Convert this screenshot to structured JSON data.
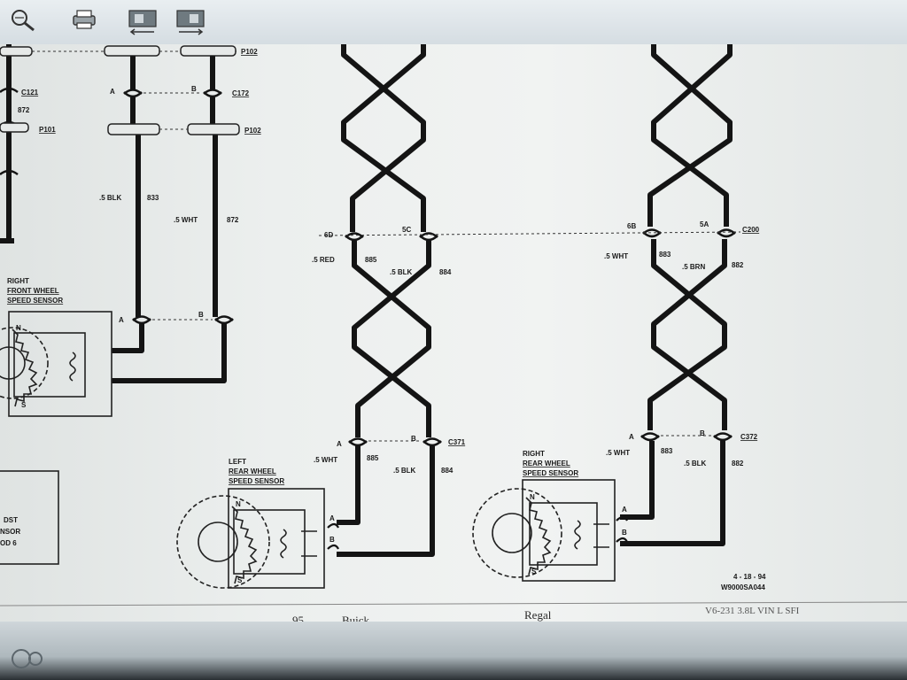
{
  "toolbar": {
    "buttons": [
      {
        "icon": "zoom-icon"
      },
      {
        "icon": "print-icon"
      },
      {
        "icon": "previous-page-icon"
      },
      {
        "icon": "next-page-icon"
      }
    ]
  },
  "connectors": {
    "p102_top": "P102",
    "c121": "C121",
    "c121_circuit": "872",
    "p101": "P101",
    "c172_a": "A",
    "c172_b": "B",
    "c172": "C172",
    "p102_mid": "P102",
    "c200_6d": "6D",
    "c200_5c": "5C",
    "c200_6b": "6B",
    "c200_5a": "5A",
    "c200": "C200",
    "c371_a": "A",
    "c371_b": "B",
    "c371": "C371",
    "c372_a": "A",
    "c372_b": "B",
    "c372": "C372",
    "rf_a": "A",
    "rf_b": "B"
  },
  "wires": {
    "blk_833": ".5 BLK",
    "blk_833_num": "833",
    "wht_872": ".5 WHT",
    "wht_872_num": "872",
    "red_885": ".5 RED",
    "red_885_num": "885",
    "blk_884": ".5 BLK",
    "blk_884_num": "884",
    "wht_883": ".5 WHT",
    "wht_883_num": "883",
    "brn_882": ".5 BRN",
    "brn_882_num": "882",
    "wht_885_low": ".5 WHT",
    "wht_885_low_num": "885",
    "blk_884_low": ".5 BLK",
    "blk_884_low_num": "884",
    "wht_883_low": ".5 WHT",
    "wht_883_low_num": "883",
    "blk_882_low": ".5 BLK",
    "blk_882_low_num": "882"
  },
  "sensors": {
    "right_front": [
      "RIGHT",
      "FRONT WHEEL",
      "SPEED SENSOR"
    ],
    "left_rear": [
      "LEFT",
      "REAR WHEEL",
      "SPEED SENSOR"
    ],
    "right_rear": [
      "RIGHT",
      "REAR WHEEL",
      "SPEED SENSOR"
    ],
    "pin_n": "N",
    "pin_s": "S",
    "pin_a": "A",
    "pin_b": "B"
  },
  "partial_box": [
    "DST",
    "NSOR",
    "OD 6"
  ],
  "stamp": {
    "date": "4 - 18 - 94",
    "code": "W9000SA044"
  },
  "footer": {
    "page": "95",
    "make": "Buick",
    "model": "Regal",
    "engine": "V6-231 3.8L VIN L SFI"
  }
}
